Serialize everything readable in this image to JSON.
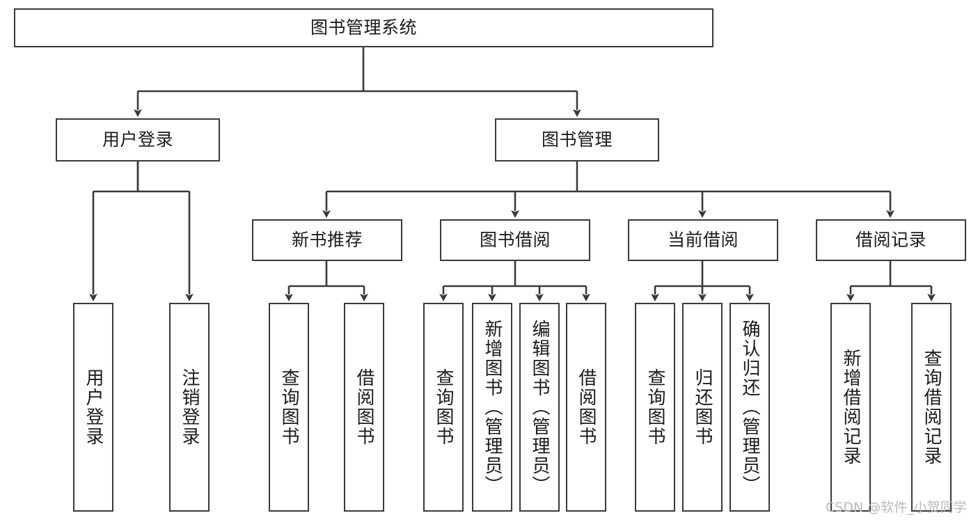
{
  "diagram": {
    "title": "图书管理系统",
    "watermark": "CSDN @软件_小贺同学",
    "stroke_color": "#3a3a3a",
    "text_color": "#1b1b1b",
    "background": "#ffffff",
    "nodes": {
      "root": {
        "label": "图书管理系统"
      },
      "l1": [
        {
          "label": "用户登录"
        },
        {
          "label": "图书管理"
        }
      ],
      "l2": [
        {
          "label": "新书推荐"
        },
        {
          "label": "图书借阅"
        },
        {
          "label": "当前借阅"
        },
        {
          "label": "借阅记录"
        }
      ],
      "leaves": [
        {
          "label": "用户登录"
        },
        {
          "label": "注销登录"
        },
        {
          "label": "查询图书"
        },
        {
          "label": "借阅图书"
        },
        {
          "label": "查询图书"
        },
        {
          "label": "新增图书（管理员）"
        },
        {
          "label": "编辑图书（管理员）"
        },
        {
          "label": "借阅图书"
        },
        {
          "label": "查询图书"
        },
        {
          "label": "归还图书"
        },
        {
          "label": "确认归还（管理员）"
        },
        {
          "label": "新增借阅记录"
        },
        {
          "label": "查询借阅记录"
        }
      ]
    }
  }
}
